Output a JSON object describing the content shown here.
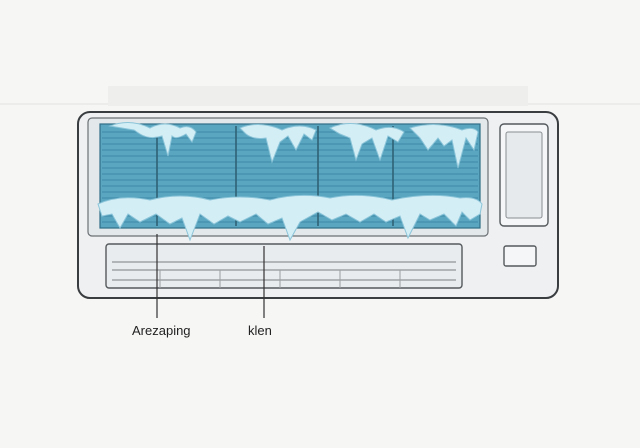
{
  "labels": {
    "freezing": "Arezaping",
    "vent": "klen"
  },
  "colors": {
    "background": "#f6f6f5",
    "unit_body": "#eef0f1",
    "outline": "#3a3d40",
    "coil": "#5aa6c1",
    "coil_fin": "#3f8ba8",
    "ice": "#d4eef6"
  },
  "icons": [
    "ice-icicles",
    "display-panel",
    "indicator-window"
  ]
}
